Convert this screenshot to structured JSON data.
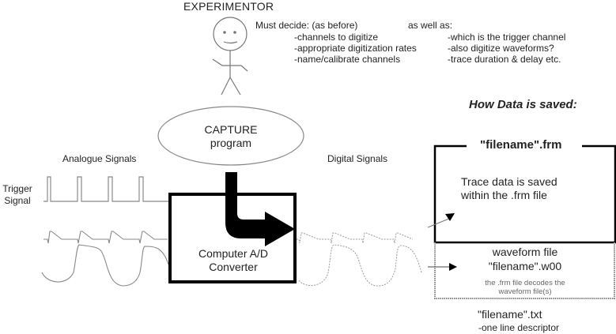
{
  "experimentor": {
    "title": "EXPERIMENTOR",
    "must_decide": "Must decide: (as before)",
    "as_well_as": "as well as:",
    "left_items": [
      "-channels to digitize",
      "-appropriate digitization rates",
      "-name/calibrate channels"
    ],
    "right_items": [
      "-which is the trigger channel",
      "-also digitize waveforms?",
      "-trace duration & delay etc."
    ]
  },
  "program": {
    "line1": "CAPTURE",
    "line2": "program"
  },
  "signals": {
    "analogue_label": "Analogue Signals",
    "digital_label": "Digital Signals",
    "trigger_line1": "Trigger",
    "trigger_line2": "Signal"
  },
  "converter": {
    "line1": "Computer A/D",
    "line2": "Converter"
  },
  "saving": {
    "heading": "How Data is saved:",
    "frm_name": "\"filename\".frm",
    "frm_desc_line1": "Trace data is saved",
    "frm_desc_line2": "within the .frm file",
    "waveform_title": "waveform file",
    "waveform_name": "\"filename\".w00",
    "waveform_note_line1": "the .frm file decodes the",
    "waveform_note_line2": "waveform file(s)",
    "txt_name": "\"filename\".txt",
    "txt_desc": "-one line descriptor"
  },
  "colors": {
    "line": "#888888",
    "box": "#000000",
    "text": "#222222"
  }
}
